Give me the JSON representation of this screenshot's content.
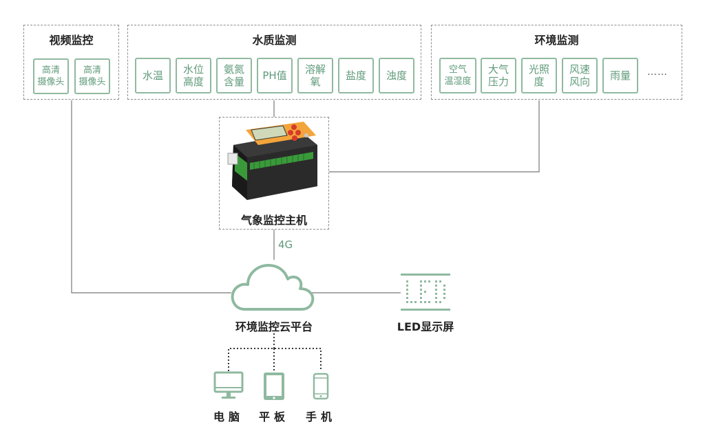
{
  "groups": {
    "video": {
      "title": "视频监控",
      "items": [
        {
          "label": "高清\n摄像头"
        },
        {
          "label": "高清\n摄像头"
        }
      ]
    },
    "water": {
      "title": "水质监测",
      "items": [
        {
          "label": "水温"
        },
        {
          "label": "水位\n高度"
        },
        {
          "label": "氨氮\n含量"
        },
        {
          "label": "PH值"
        },
        {
          "label": "溶解\n氧"
        },
        {
          "label": "盐度"
        },
        {
          "label": "浊度"
        }
      ]
    },
    "env": {
      "title": "环境监测",
      "items": [
        {
          "label": "空气\n温湿度"
        },
        {
          "label": "大气\n压力"
        },
        {
          "label": "光照\n度"
        },
        {
          "label": "风速\n风向"
        },
        {
          "label": "雨量"
        }
      ],
      "more": "……"
    }
  },
  "host": {
    "label": "气象监控主机"
  },
  "connection": {
    "label": "4G"
  },
  "cloud": {
    "label": "环境监控云平台"
  },
  "led": {
    "label": "LED显示屏"
  },
  "devices": [
    {
      "label": "电脑",
      "icon": "monitor-icon"
    },
    {
      "label": "平板",
      "icon": "tablet-icon"
    },
    {
      "label": "手机",
      "icon": "phone-icon"
    }
  ],
  "colors": {
    "accent": "#8fb9a0",
    "line": "#777777",
    "border": "#8c8c8c"
  }
}
